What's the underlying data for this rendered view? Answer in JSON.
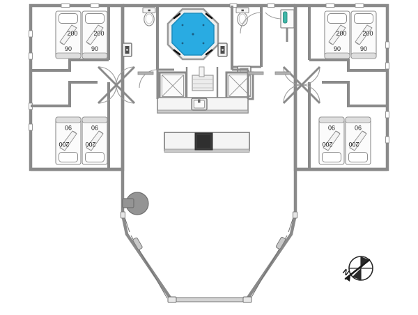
{
  "document": {
    "type": "architectural-floor-plan",
    "title": "Holiday House Floor Plan",
    "background_color": "#ffffff",
    "wall_color": "#8a8a8a",
    "wall_fill": "#b3b3b3",
    "line_color": "#555555",
    "pool_color": "#29abe2",
    "pool_edge_color": "#1f8fc0",
    "fixture_accent_color": "#3fb7a8",
    "hearth_color": "#3a3a3a",
    "furniture_fill": "#f2f2f2"
  },
  "compass": {
    "label": "N",
    "name": "north-arrow",
    "rotation_deg": 40
  },
  "rooms": [
    {
      "name": "bedroom-top-left",
      "beds": [
        {
          "length_label": "200",
          "width_label": "90"
        },
        {
          "length_label": "200",
          "width_label": "90"
        }
      ]
    },
    {
      "name": "bedroom-bottom-left",
      "beds": [
        {
          "length_label": "200",
          "width_label": "90"
        },
        {
          "length_label": "200",
          "width_label": "90"
        }
      ]
    },
    {
      "name": "bedroom-top-right",
      "beds": [
        {
          "length_label": "200",
          "width_label": "90"
        },
        {
          "length_label": "200",
          "width_label": "90"
        }
      ]
    },
    {
      "name": "bedroom-bottom-right",
      "beds": [
        {
          "length_label": "200",
          "width_label": "90"
        },
        {
          "length_label": "200",
          "width_label": "90"
        }
      ]
    },
    {
      "name": "wellness-area",
      "fixtures": [
        "whirlpool-octagonal",
        "toilet-left",
        "toilet-right",
        "shower-left",
        "shower-right",
        "washbasin",
        "sauna"
      ]
    },
    {
      "name": "living-room",
      "fixtures": [
        "fireplace-bench",
        "round-table"
      ]
    }
  ],
  "bed_labels": {
    "top_left_a_len": "200",
    "top_left_a_wid": "90",
    "top_left_b_len": "200",
    "top_left_b_wid": "90",
    "bottom_left_a_len": "200",
    "bottom_left_a_wid": "90",
    "bottom_left_b_len": "200",
    "bottom_left_b_wid": "90",
    "top_right_a_len": "200",
    "top_right_a_wid": "90",
    "top_right_b_len": "200",
    "top_right_b_wid": "90",
    "bottom_right_a_len": "200",
    "bottom_right_a_wid": "90",
    "bottom_right_b_len": "200",
    "bottom_right_b_wid": "90"
  }
}
